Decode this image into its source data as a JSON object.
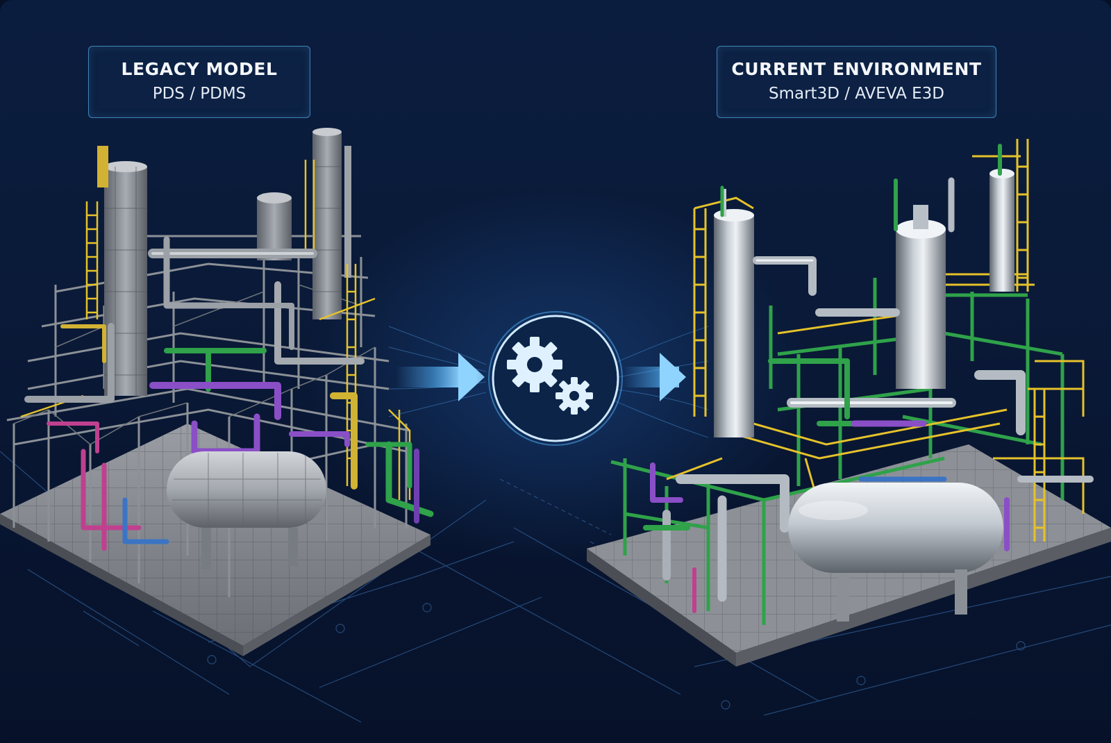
{
  "legacy": {
    "title": "LEGACY MODEL",
    "subtitle": "PDS / PDMS"
  },
  "current": {
    "title": "CURRENT ENVIRONMENT",
    "subtitle": "Smart3D / AVEVA E3D"
  },
  "icons": {
    "converter": "gears-icon",
    "flow_left": "arrow-right-icon",
    "flow_right": "arrow-right-icon"
  },
  "colors": {
    "background": "#0a1a38",
    "accent": "#56b8ff",
    "label_border": "#3f83b8",
    "pipe_yellow": "#e6c22a",
    "pipe_green": "#2fa24a",
    "pipe_purple": "#8a4fc7",
    "pipe_magenta": "#c0408f",
    "steel": "#b8c0c8"
  }
}
